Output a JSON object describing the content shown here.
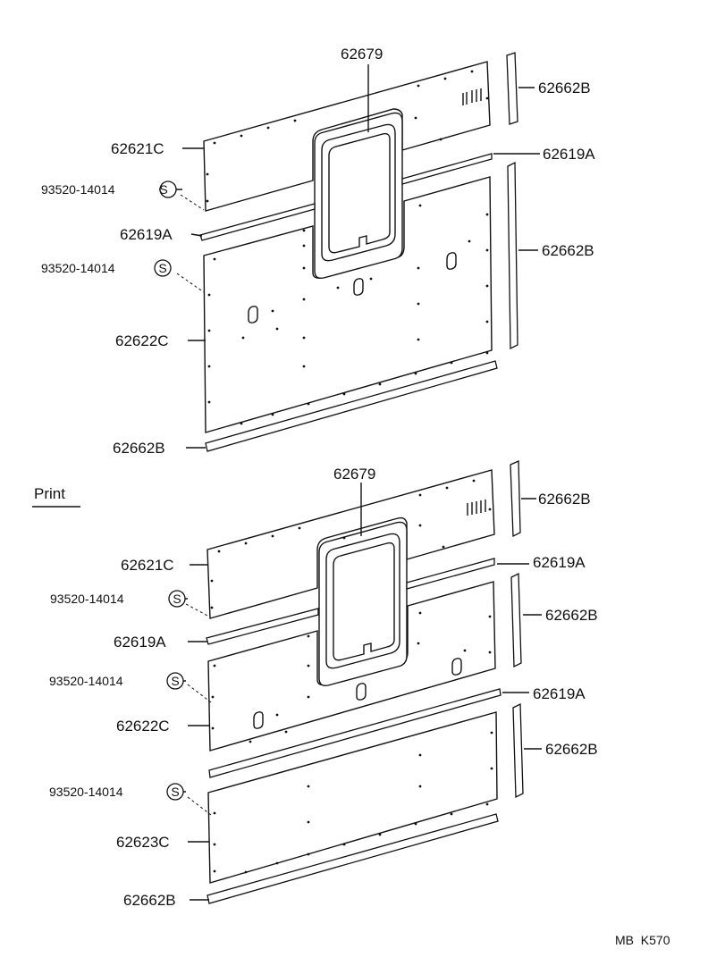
{
  "section_label": "Print",
  "footer_code": "MB  K570",
  "symbol_letter": "S",
  "top_group": {
    "lbl_62679": "62679",
    "lbl_62662b_a": "62662B",
    "lbl_62621c": "62621C",
    "lbl_62619a_right": "62619A",
    "lbl_93520_a": "93520-14014",
    "lbl_62619a_left": "62619A",
    "lbl_62662b_b": "62662B",
    "lbl_93520_b": "93520-14014",
    "lbl_62622c": "62622C",
    "lbl_62662b_bottom": "62662B"
  },
  "bottom_group": {
    "lbl_62679": "62679",
    "lbl_62662b_a": "62662B",
    "lbl_62621c": "62621C",
    "lbl_62619a_right_a": "62619A",
    "lbl_93520_a": "93520-14014",
    "lbl_62662b_b": "62662B",
    "lbl_62619a_left": "62619A",
    "lbl_93520_b": "93520-14014",
    "lbl_62619a_right_b": "62619A",
    "lbl_62622c": "62622C",
    "lbl_62662b_c": "62662B",
    "lbl_93520_c": "93520-14014",
    "lbl_62623c": "62623C",
    "lbl_62662b_bottom": "62662B"
  }
}
